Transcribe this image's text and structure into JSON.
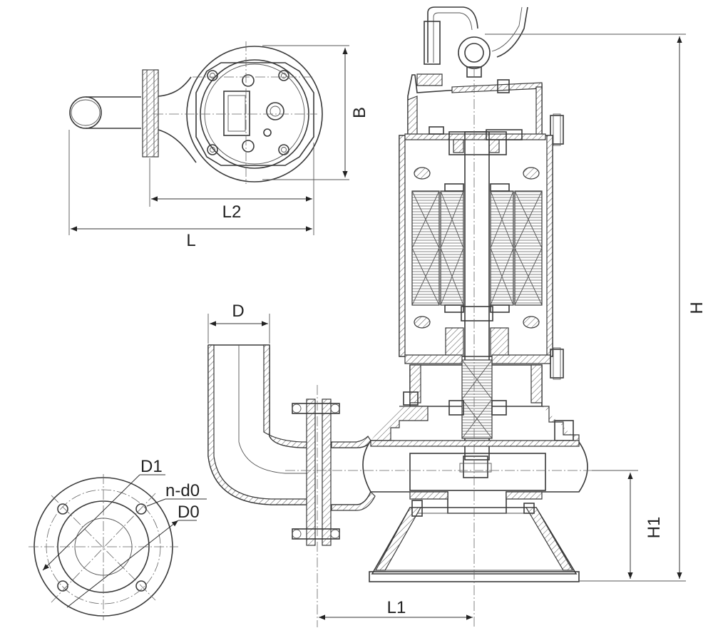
{
  "labels": {
    "L": "L",
    "L2": "L2",
    "B": "B",
    "D": "D",
    "H": "H",
    "H1": "H1",
    "L1": "L1",
    "D1": "D1",
    "nd0": "n-d0",
    "D0": "D0"
  },
  "colors": {
    "line": "#3a3a3a",
    "background": "#ffffff"
  }
}
